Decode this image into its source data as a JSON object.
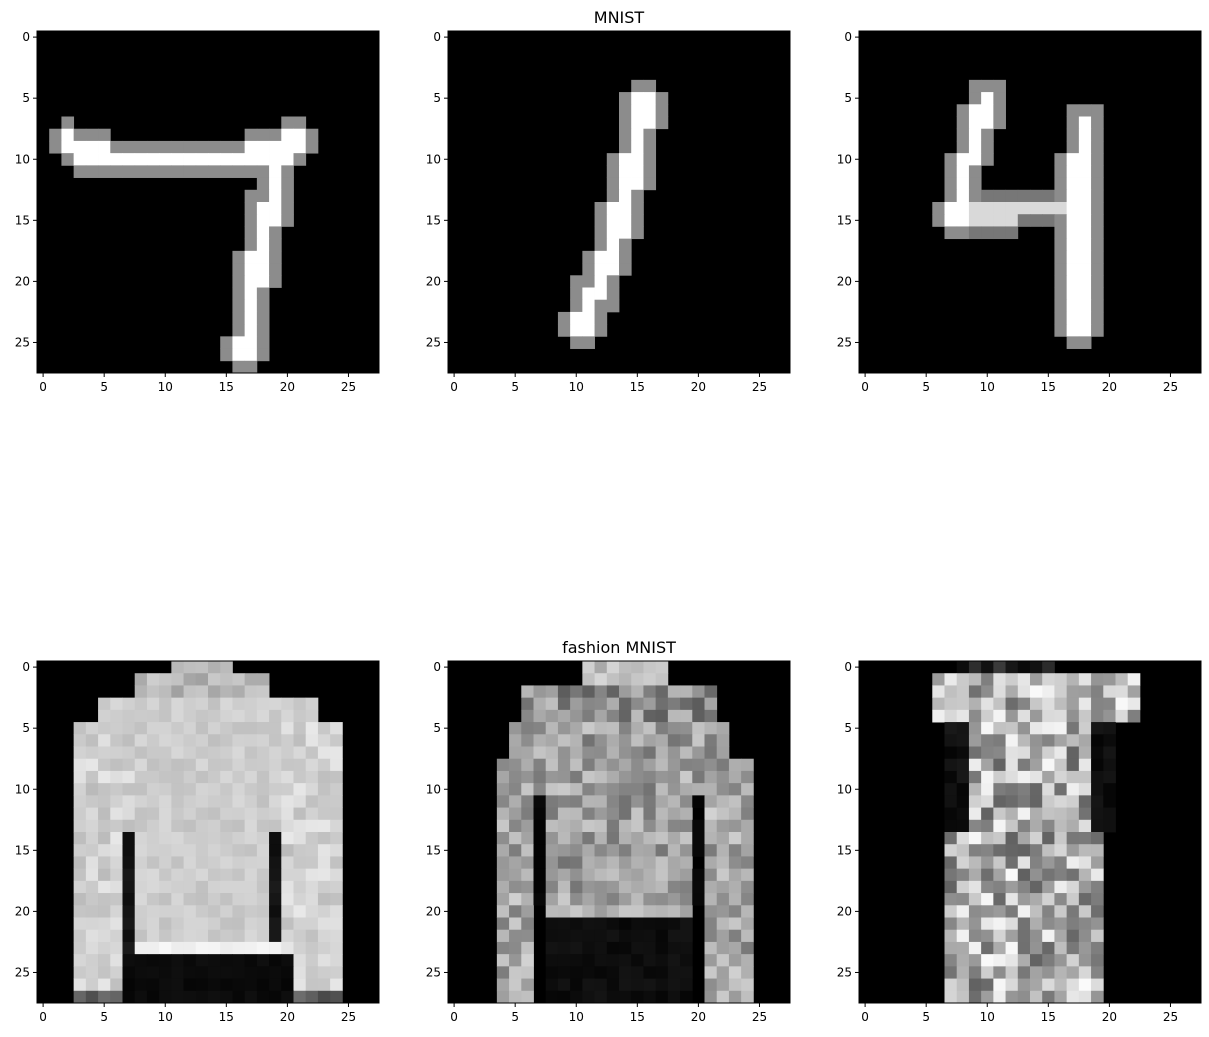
{
  "figure": {
    "row_titles": [
      "MNIST",
      "fashion MNIST"
    ],
    "tick_labels": [
      "0",
      "5",
      "10",
      "15",
      "20",
      "25"
    ],
    "tick_values": [
      0,
      5,
      10,
      15,
      20,
      25
    ],
    "image_size": [
      28,
      28
    ],
    "colormap": "gray",
    "axis_color": "#000000",
    "background_color": "#ffffff"
  },
  "panels": [
    {
      "row": 0,
      "col": 0,
      "subject": "handwritten digit 7",
      "pattern": "digit7"
    },
    {
      "row": 0,
      "col": 1,
      "subject": "handwritten digit 1",
      "pattern": "digit1"
    },
    {
      "row": 0,
      "col": 2,
      "subject": "handwritten digit 4",
      "pattern": "digit4"
    },
    {
      "row": 1,
      "col": 0,
      "subject": "pullover",
      "pattern": "pullover"
    },
    {
      "row": 1,
      "col": 1,
      "subject": "shirt",
      "pattern": "shirt"
    },
    {
      "row": 1,
      "col": 2,
      "subject": "dress",
      "pattern": "dress"
    }
  ]
}
